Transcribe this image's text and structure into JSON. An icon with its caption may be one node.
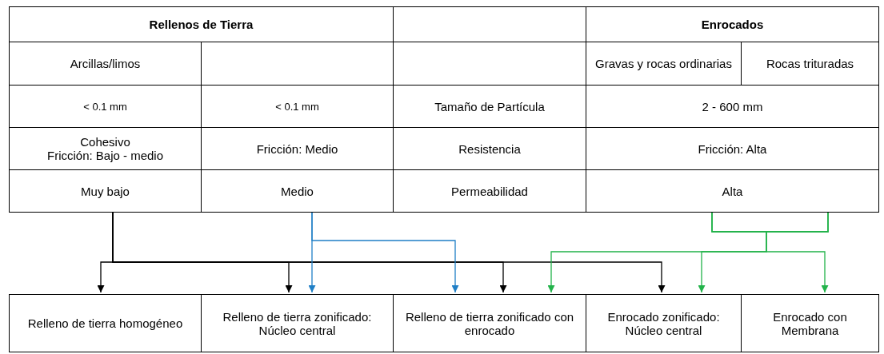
{
  "diagram": {
    "nodes": [
      {
        "text": [
          "Rellenos de Tierra"
        ]
      },
      {
        "text": [
          "Enrocados"
        ]
      },
      {
        "text": [
          "Arcillas/limos"
        ]
      },
      {
        "text": [
          "Gravas y rocas ordinarias"
        ]
      },
      {
        "text": [
          "Rocas trituradas"
        ]
      },
      {
        "text": [
          "< 0.1 mm"
        ]
      },
      {
        "text": [
          "< 0.1 mm"
        ]
      },
      {
        "text": [
          "Tamaño de Partícula"
        ]
      },
      {
        "text": [
          "2 - 600 mm"
        ]
      },
      {
        "text": [
          "Cohesivo",
          "Fricción: Bajo - medio"
        ]
      },
      {
        "text": [
          "Fricción: Medio"
        ]
      },
      {
        "text": [
          "Resistencia"
        ]
      },
      {
        "text": [
          "Fricción: Alta"
        ]
      },
      {
        "text": [
          "Muy bajo"
        ]
      },
      {
        "text": [
          "Medio"
        ]
      },
      {
        "text": [
          "Permeabilidad"
        ]
      },
      {
        "text": [
          "Alta"
        ]
      },
      {
        "text": [
          "Relleno de tierra homogéneo"
        ]
      },
      {
        "text": [
          "Relleno de tierra zonificado: Núcleo central"
        ]
      },
      {
        "text": [
          "Relleno de tierra zonificado con enrocado"
        ]
      },
      {
        "text": [
          "Enrocado zonificado: Núcleo central"
        ]
      },
      {
        "text": [
          "Enrocado con Membrana"
        ]
      }
    ],
    "edges": [
      {
        "from": 13,
        "to": 17,
        "arrow": "to"
      },
      {
        "from": 13,
        "to": 18,
        "arrow": "to"
      },
      {
        "from": 13,
        "to": 19,
        "arrow": "to"
      },
      {
        "from": 13,
        "to": 20,
        "arrow": "to"
      },
      {
        "from": 14,
        "to": 18,
        "arrow": "to",
        "color": "#1f7fc6"
      },
      {
        "from": 14,
        "to": 19,
        "arrow": "to",
        "color": "#1f7fc6"
      },
      {
        "from": 16,
        "to": 19,
        "arrow": "to",
        "color": "#22b34a"
      },
      {
        "from": 16,
        "to": 20,
        "arrow": "to",
        "color": "#22b34a"
      },
      {
        "from": 16,
        "to": 21,
        "arrow": "to",
        "color": "#22b34a"
      }
    ]
  }
}
